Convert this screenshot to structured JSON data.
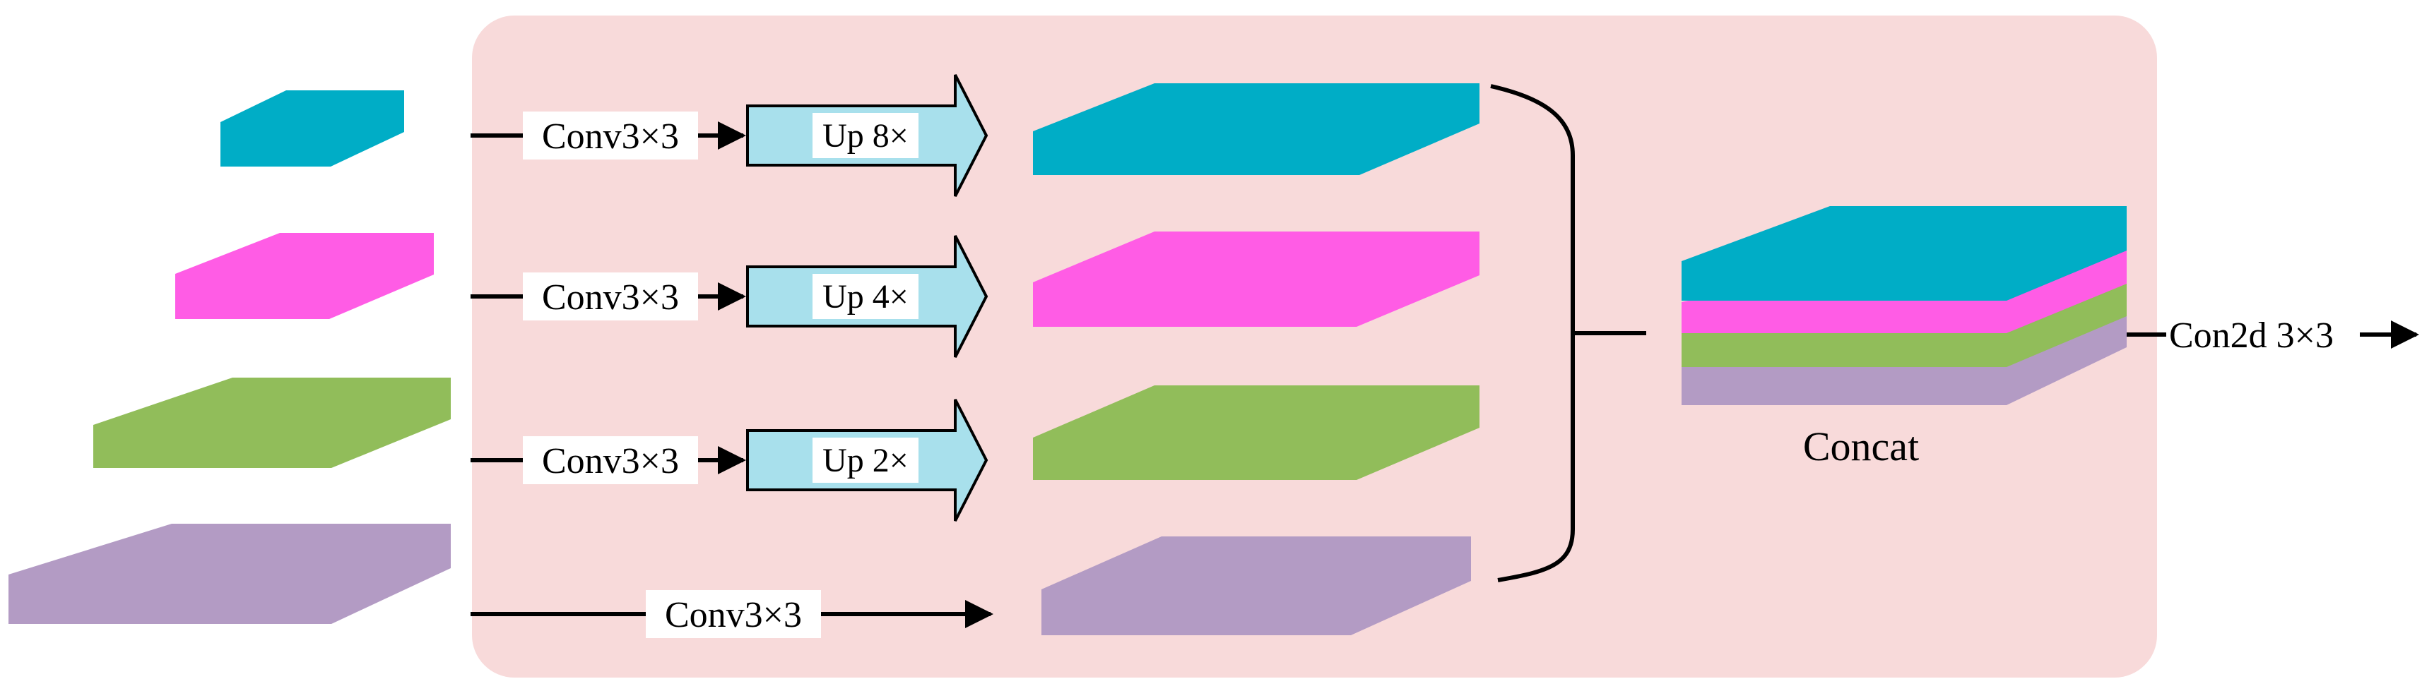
{
  "colors": {
    "panel": "#f8dada",
    "teal": "#00adc6",
    "magenta": "#ff5ce5",
    "green": "#91bd5a",
    "purple": "#b39bc4",
    "up_block": "#a8e0ec",
    "line": "#000000",
    "label_bg": "#ffffff"
  },
  "branches": [
    {
      "conv_label": "Conv3×3",
      "up_label": "Up 8×",
      "color": "teal"
    },
    {
      "conv_label": "Conv3×3",
      "up_label": "Up 4×",
      "color": "magenta"
    },
    {
      "conv_label": "Conv3×3",
      "up_label": "Up 2×",
      "color": "green"
    },
    {
      "conv_label": "Conv3×3",
      "color": "purple"
    }
  ],
  "concat_label": "Concat",
  "output_label": "Con2d 3×3"
}
